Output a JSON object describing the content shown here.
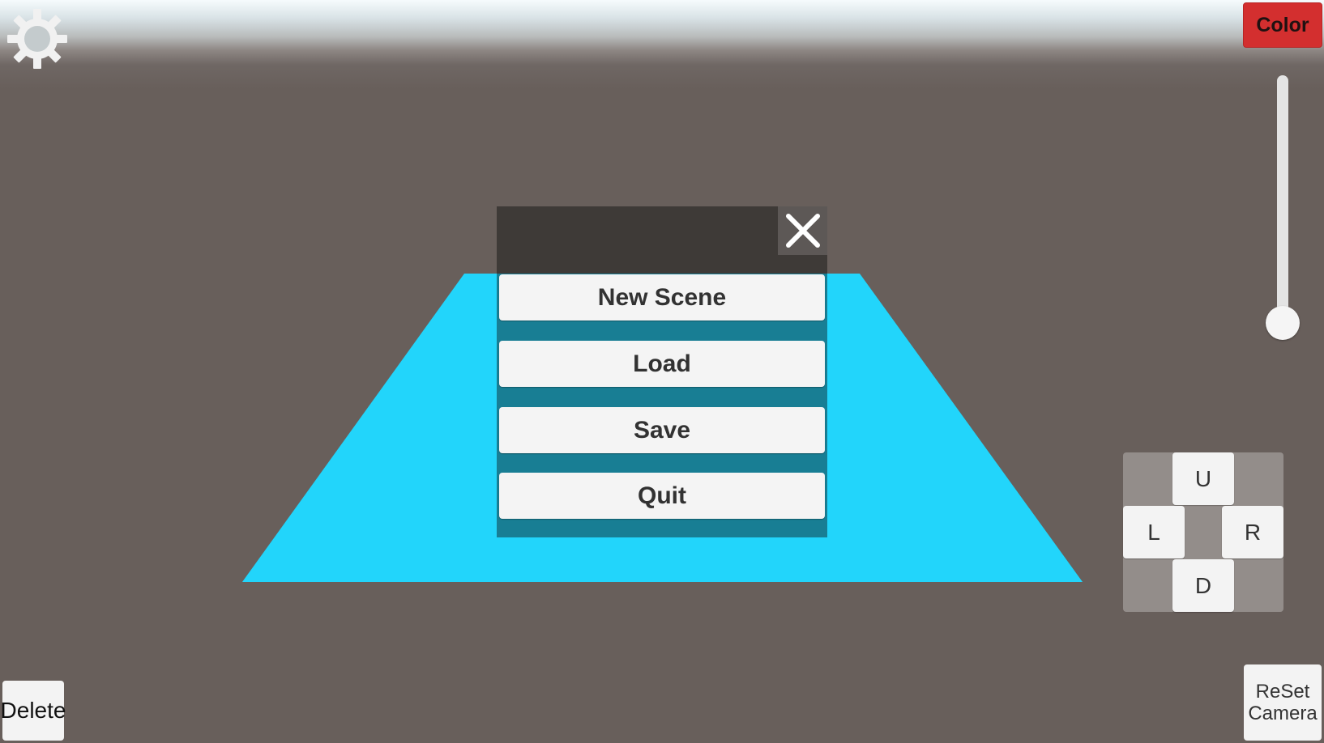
{
  "toolbar": {
    "color_label": "Color",
    "delete_label": "Delete",
    "reset_camera_line1": "ReSet",
    "reset_camera_line2": "Camera"
  },
  "dpad": {
    "up": "U",
    "left": "L",
    "right": "R",
    "down": "D"
  },
  "menu": {
    "items": [
      {
        "label": "New Scene"
      },
      {
        "label": "Load"
      },
      {
        "label": "Save"
      },
      {
        "label": "Quit"
      }
    ]
  },
  "slider": {
    "value": 0.0
  },
  "icons": {
    "settings": "gear-icon",
    "close": "close-icon"
  },
  "colors": {
    "floor": "#22d5fb",
    "menu_body": "#187e94",
    "menu_header": "#3e3a37",
    "color_button": "#d32f2f",
    "background": "#685f5b"
  }
}
